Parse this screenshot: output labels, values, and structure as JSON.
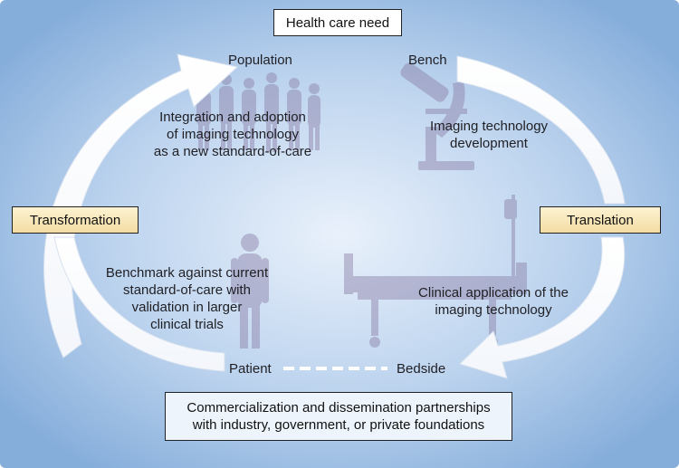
{
  "labels": {
    "top": "Health care need",
    "population": "Population",
    "bench": "Bench",
    "patient": "Patient",
    "bedside": "Bedside",
    "transformation": "Transformation",
    "translation": "Translation",
    "integration": [
      "Integration and adoption",
      "of imaging technology",
      "as a new standard-of-care"
    ],
    "imaging_dev": [
      "Imaging technology",
      "development"
    ],
    "clinical_app": [
      "Clinical application of the",
      "imaging technology"
    ],
    "benchmark": [
      "Benchmark against current",
      "standard-of-care with",
      "validation in larger",
      "clinical trials"
    ],
    "commercialization": [
      "Commercialization and dissemination partnerships",
      "with industry, government, or private foundations"
    ]
  },
  "colors": {
    "background_edge": "#8fb3dd",
    "background_center": "#e6effa",
    "arrow": "#ffffff",
    "silhouette": "#8a7ea6",
    "tan_box": "#f3dca3"
  }
}
